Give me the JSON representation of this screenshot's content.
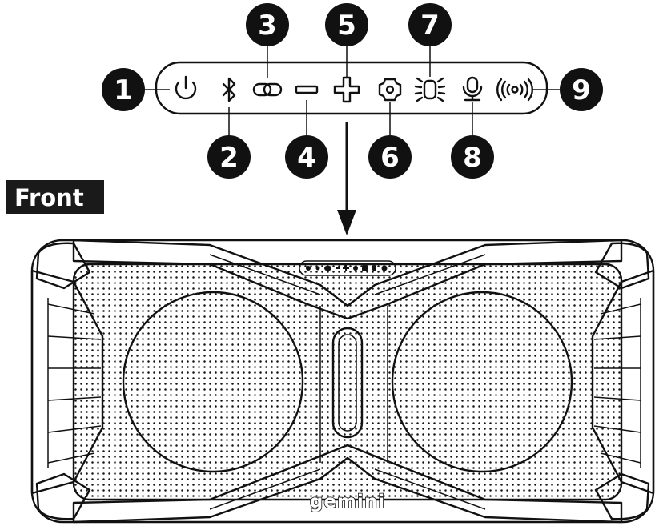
{
  "front_label": "Front",
  "brand": "gemini",
  "callouts": [
    {
      "number": "1",
      "icon": "power-icon"
    },
    {
      "number": "2",
      "icon": "bluetooth-icon"
    },
    {
      "number": "3",
      "icon": "link-icon"
    },
    {
      "number": "4",
      "icon": "minus-icon"
    },
    {
      "number": "5",
      "icon": "plus-icon"
    },
    {
      "number": "6",
      "icon": "mode-icon"
    },
    {
      "number": "7",
      "icon": "light-icon"
    },
    {
      "number": "8",
      "icon": "microphone-icon"
    },
    {
      "number": "9",
      "icon": "speakerphone-icon"
    }
  ],
  "colors": {
    "ink": "#111111",
    "label_bg": "#1a1a1a",
    "background": "#ffffff"
  }
}
